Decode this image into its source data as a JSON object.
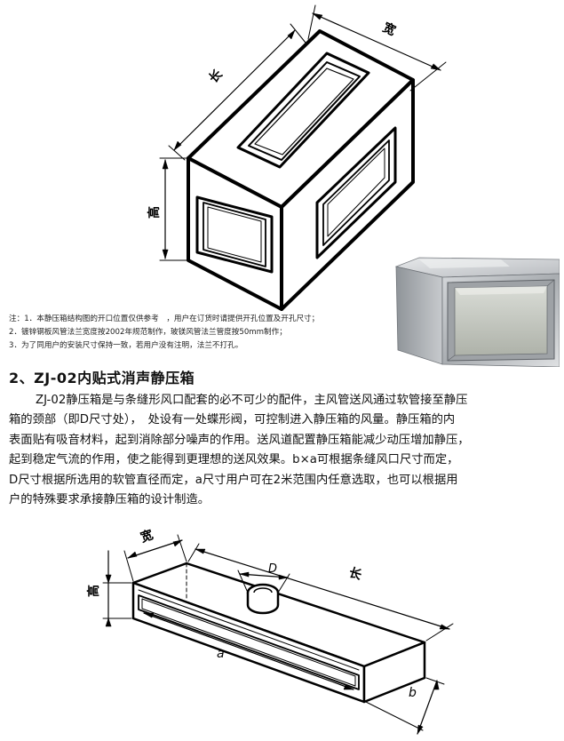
{
  "figure1": {
    "dim_width": "宽",
    "dim_length": "长",
    "dim_height": "高"
  },
  "notes": [
    "注：1．本静压箱结构图的开口位置仅供参考　，用户在订货时请提供开孔位置及开孔尺寸；",
    "2．镀锌钢板风管法兰宽度按2002年规范制作，玻镁风管法兰管度按50mm制作；",
    "3．为了同用户的安装尺寸保持一致，若用户没有注明，法兰不打孔。"
  ],
  "section": {
    "title": "2、ZJ-02内贴式消声静压箱"
  },
  "description": [
    "ZJ-02静压箱是与条缝形风口配套的必不可少的配件，主风管送风通过软管接至静压",
    "箱的颈部（即D尺寸处），　处设有一处蝶形阀，可控制进入静压箱的风量。静压箱的内",
    "表面贴有吸音材料，起到消除部分噪声的作用。送风道配置静压箱能减少动压增加静压，",
    "起到稳定气流的作用，使之能得到更理想的送风效果。b×a可根据条缝风口尺寸而定，",
    "D尺寸根据所选用的软管直径而定，a尺寸用户可在2米范围内任意选取，也可以根据用",
    "户的特殊要求承接静压箱的设计制造。"
  ],
  "figure2": {
    "dim_width": "宽",
    "dim_height": "高",
    "dim_length": "长",
    "dim_d": "D",
    "dim_a": "a",
    "dim_b": "b"
  }
}
